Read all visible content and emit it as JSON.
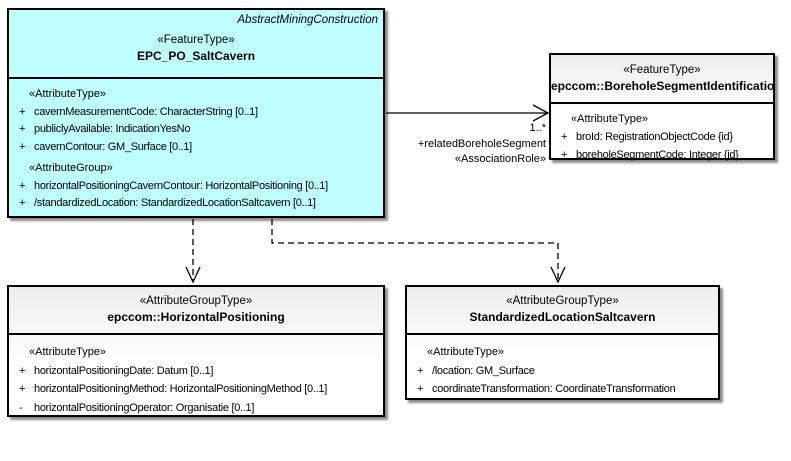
{
  "colors": {
    "feature_fill": "#BEFEFE",
    "plain_fill_top": "#EDEDED",
    "plain_fill_bottom": "#FFFFFF",
    "border": "#000000",
    "background": "#FFFFFF"
  },
  "classes": [
    {
      "package_label": "AbstractMiningConstruction",
      "stereotype": "«FeatureType»",
      "name": "EPC_PO_SaltCavern",
      "sections": [
        {
          "heading": "«AttributeType»",
          "attrs": [
            {
              "vis": "+",
              "text": "cavernMeasurementCode: CharacterString [0..1]"
            },
            {
              "vis": "+",
              "text": "publiclyAvailable: IndicationYesNo"
            },
            {
              "vis": "+",
              "text": "cavernContour: GM_Surface [0..1]"
            }
          ]
        },
        {
          "heading": "«AttributeGroup»",
          "attrs": [
            {
              "vis": "+",
              "text": "horizontalPositioningCavernContour: HorizontalPositioning [0..1]"
            },
            {
              "vis": "+",
              "text": "/standardizedLocation: StandardizedLocationSaltcavern [0..1]"
            }
          ]
        }
      ]
    },
    {
      "stereotype": "«FeatureType»",
      "name": "epccom::BoreholeSegmentIdentification",
      "sections": [
        {
          "heading": "«AttributeType»",
          "attrs": [
            {
              "vis": "+",
              "text": "broId: RegistrationObjectCode {id}"
            },
            {
              "vis": "+",
              "text": "boreholeSegmentCode: Integer {id}"
            }
          ]
        }
      ]
    },
    {
      "stereotype": "«AttributeGroupType»",
      "name": "epccom::HorizontalPositioning",
      "sections": [
        {
          "heading": "«AttributeType»",
          "attrs": [
            {
              "vis": "+",
              "text": "horizontalPositioningDate: Datum [0..1]"
            },
            {
              "vis": "+",
              "text": "horizontalPositioningMethod: HorizontalPositioningMethod [0..1]"
            },
            {
              "vis": "-",
              "text": "horizontalPositioningOperator: Organisatie [0..1]"
            }
          ]
        }
      ]
    },
    {
      "stereotype": "«AttributeGroupType»",
      "name": "StandardizedLocationSaltcavern",
      "sections": [
        {
          "heading": "«AttributeType»",
          "attrs": [
            {
              "vis": "+",
              "text": "/location: GM_Surface"
            },
            {
              "vis": "+",
              "text": "coordinateTransformation: CoordinateTransformation"
            }
          ]
        }
      ]
    }
  ],
  "connectors": {
    "association": {
      "multiplicity": "1..*",
      "role_name": "+relatedBoreholeSegment",
      "stereotype": "«AssociationRole»"
    }
  }
}
